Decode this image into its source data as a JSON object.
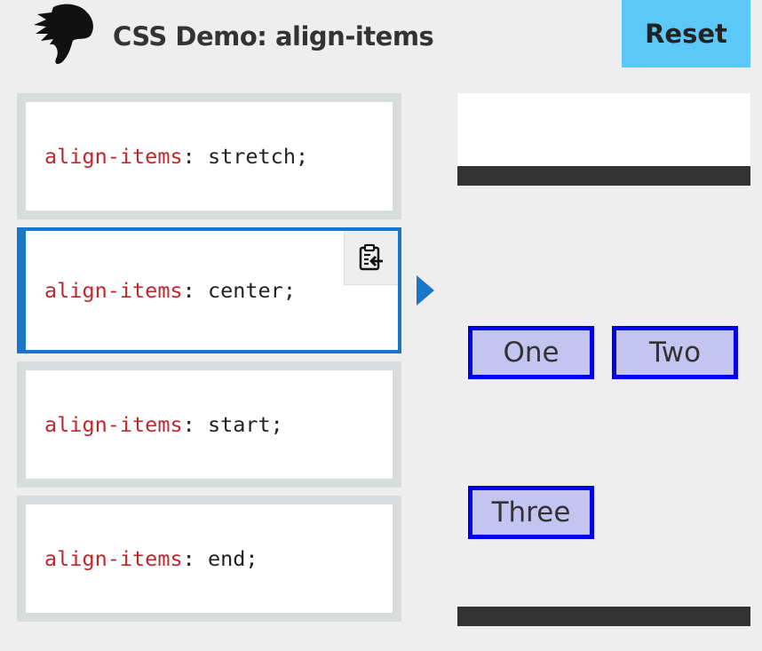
{
  "header": {
    "title": "CSS Demo: align-items",
    "reset_label": "Reset"
  },
  "choices": [
    {
      "property": "align-items",
      "value": "stretch;",
      "selected": false
    },
    {
      "property": "align-items",
      "value": "center;",
      "selected": true
    },
    {
      "property": "align-items",
      "value": "start;",
      "selected": false
    },
    {
      "property": "align-items",
      "value": "end;",
      "selected": false
    }
  ],
  "output": {
    "items": [
      "One",
      "Two",
      "Three"
    ]
  },
  "colors": {
    "accent": "#1a76c6",
    "reset_bg": "#5bc8f7",
    "property": "#c0272d",
    "item_border": "#0000ee",
    "item_bg": "#c4c4f0"
  },
  "icons": {
    "logo": "dino-logo-icon",
    "copy": "clipboard-copy-icon",
    "indicator": "triangle-right-icon"
  }
}
